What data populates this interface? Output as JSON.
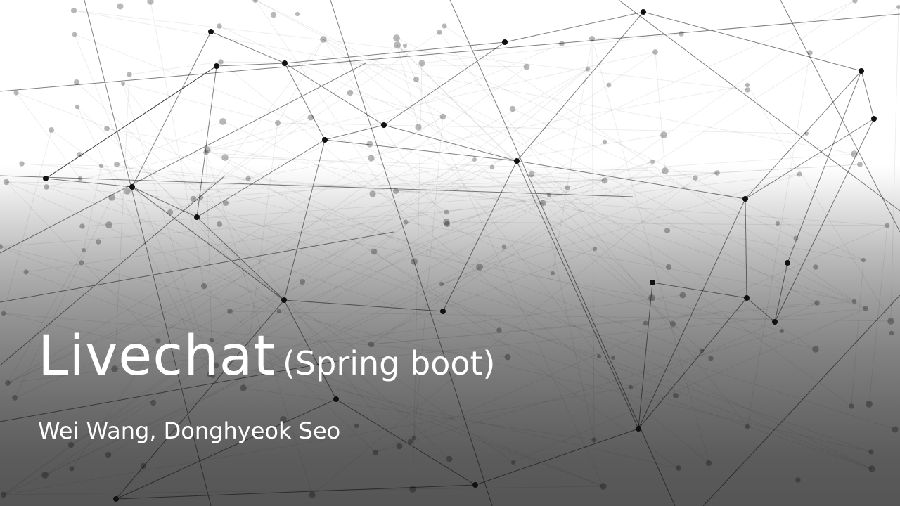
{
  "slide": {
    "title": "Livechat",
    "title_suffix": "(Spring boot)",
    "authors": "Wei Wang, Donghyeok Seo"
  },
  "background": {
    "graphic": "network-graph",
    "top_color": "#ffffff",
    "bottom_color": "#555555",
    "text_color": "#ffffff"
  }
}
